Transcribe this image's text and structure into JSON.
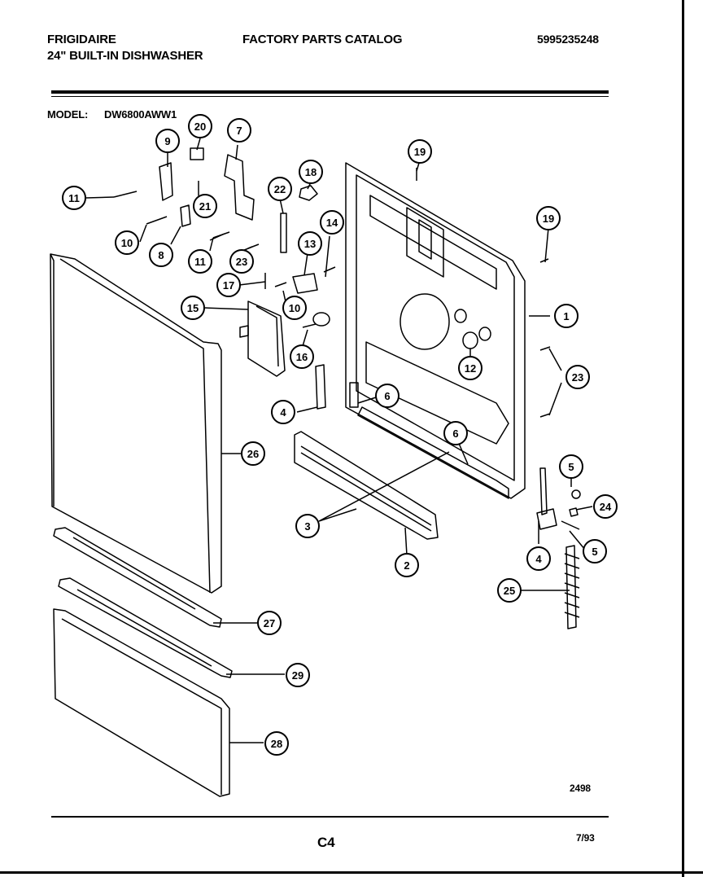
{
  "header": {
    "brand": "FRIGIDAIRE",
    "subtitle": "24\" BUILT-IN DISHWASHER",
    "catalog_title": "FACTORY PARTS CATALOG",
    "part_number": "5995235248"
  },
  "model": {
    "label": "MODEL:",
    "value": "DW6800AWW1"
  },
  "callouts": [
    "1",
    "2",
    "3",
    "4",
    "4",
    "5",
    "5",
    "6",
    "6",
    "7",
    "8",
    "9",
    "10",
    "10",
    "11",
    "11",
    "12",
    "13",
    "14",
    "15",
    "16",
    "17",
    "18",
    "19",
    "19",
    "20",
    "21",
    "22",
    "23",
    "23",
    "24",
    "25",
    "26",
    "27",
    "28",
    "29"
  ],
  "footer": {
    "diagram_number": "2498",
    "page_code": "C4",
    "date": "7/93"
  }
}
